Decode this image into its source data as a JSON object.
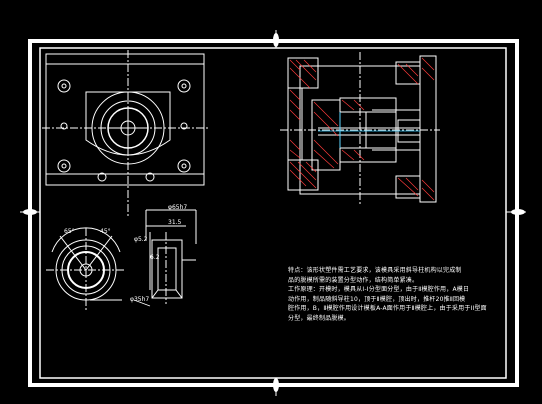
{
  "drawing": {
    "background": "#000000",
    "line_color": "#ffffff",
    "hatch_color": "#ff3b3b",
    "accent_color": "#33ccff"
  },
  "dimensions": {
    "top_width": "φ65h7",
    "side_height": "31.5",
    "left_small": "φ5.2",
    "mid_small": "6.2",
    "angle_left": "65°",
    "angle_right": "45°",
    "bottom_dim": "φ35h7"
  },
  "notes": {
    "lines": [
      "特点：该形状塑件需工艺要求，该模具采用斜导柱机构以完成制",
      "品的脱模所需的装置分型动作，结构简单紧凑。",
      "工作原理：开模时，模具从I-I分型面分型，由于Ⅱ模腔作用，A模日",
      "动作用，制品随斜导柱10，顶于Ⅱ模腔，顶出时，推杆20推Ⅱ回模",
      "腔作用，B，Ⅱ模腔作用设计模板A-A面作用于Ⅱ模腔上，由于采用于II型面",
      "分型，最终制品脱模。"
    ]
  }
}
